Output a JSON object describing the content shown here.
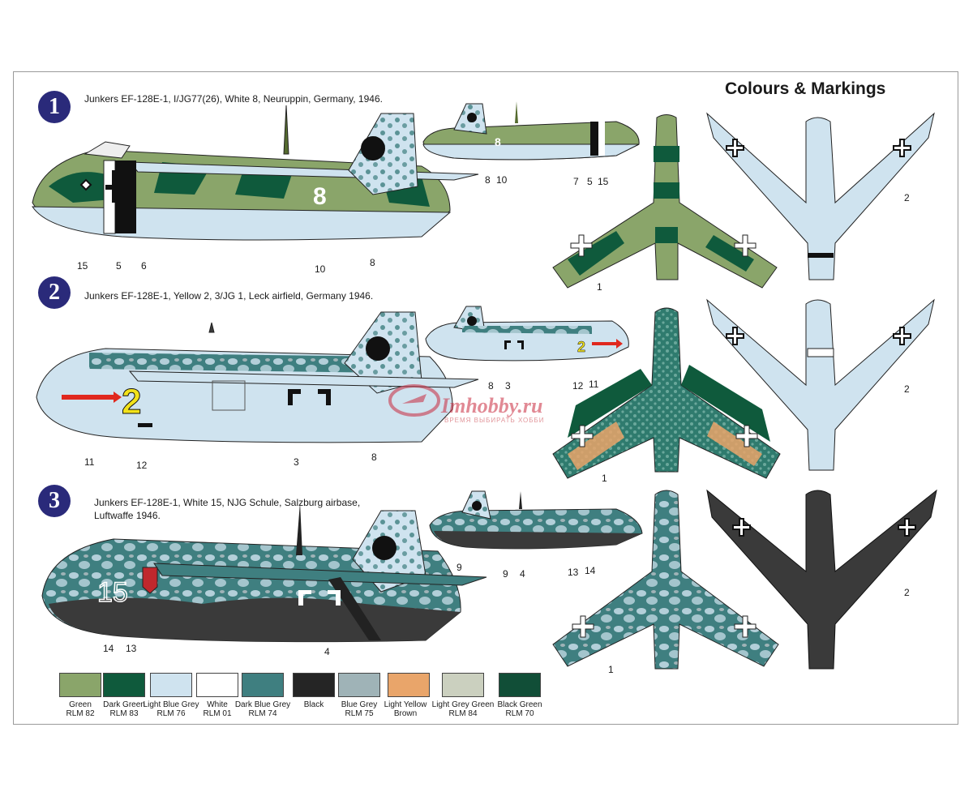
{
  "header": {
    "title": "Colours & Markings"
  },
  "schemes": [
    {
      "number": "1",
      "caption": "Junkers EF-128E-1, I/JG77(26), White 8, Neuruppin, Germany, 1946."
    },
    {
      "number": "2",
      "caption": "Junkers EF-128E-1, Yellow 2, 3/JG 1, Leck airfield, Germany 1946."
    },
    {
      "number": "3",
      "caption_line1": "Junkers EF-128E-1, White 15, NJG Schule, Salzburg airbase,",
      "caption_line2": "Luftwaffe 1946."
    }
  ],
  "aircraft_codes": {
    "s1": "8",
    "s2": "2",
    "s3": "15"
  },
  "callouts": {
    "s1_side": [
      "15",
      "5",
      "6",
      "10",
      "8"
    ],
    "s1_small": [
      "8",
      "10",
      "7",
      "5",
      "15"
    ],
    "s1_plan": [
      "1",
      "2"
    ],
    "s2_side": [
      "11",
      "12",
      "3",
      "8"
    ],
    "s2_small": [
      "8",
      "3",
      "12",
      "11"
    ],
    "s2_plan": [
      "1",
      "2"
    ],
    "s3_side": [
      "14",
      "13",
      "4"
    ],
    "s3_small": [
      "9",
      "9",
      "4",
      "13",
      "14"
    ],
    "s3_plan": [
      "1",
      "2"
    ]
  },
  "palette": [
    {
      "line1": "Green",
      "line2": "RLM 82",
      "color": "#8aa56a"
    },
    {
      "line1": "Dark Green",
      "line2": "RLM 83",
      "color": "#0f5a3c"
    },
    {
      "line1": "Light Blue Grey",
      "line2": "RLM 76",
      "color": "#cfe3ef"
    },
    {
      "line1": "White",
      "line2": "RLM 01",
      "color": "#ffffff"
    },
    {
      "line1": "Dark Blue Grey",
      "line2": "RLM 74",
      "color": "#3f7f80"
    },
    {
      "line1": "Black",
      "line2": "",
      "color": "#252525"
    },
    {
      "line1": "Blue Grey",
      "line2": "RLM 75",
      "color": "#9fb3b7"
    },
    {
      "line1": "Light Yellow",
      "line2": "Brown",
      "color": "#e9a56a"
    },
    {
      "line1": "Light  Grey Green",
      "line2": "RLM 84",
      "color": "#cbd0bf"
    },
    {
      "line1": "Black Green",
      "line2": "RLM 70",
      "color": "#114e37"
    }
  ],
  "watermark": {
    "brand": "Imhobby.ru",
    "tagline": "ВРЕМЯ ВЫБИРАТЬ ХОББИ"
  },
  "colors": {
    "badge": "#2a2a7a",
    "green": "#8aa56a",
    "dark_green": "#0f5a3c",
    "light_blue": "#cfe3ef",
    "teal": "#3f7f80",
    "yellow": "#f2e21a",
    "red": "#e0281e",
    "orange": "#e9a56a",
    "grey": "#3a3a3a"
  }
}
